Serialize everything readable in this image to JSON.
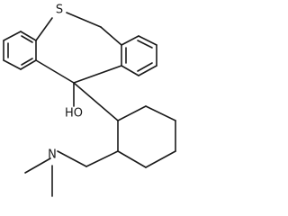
{
  "molecule": {
    "atoms": {
      "sulfur": "S",
      "hydroxyl": "HO",
      "nitrogen": "N"
    }
  }
}
